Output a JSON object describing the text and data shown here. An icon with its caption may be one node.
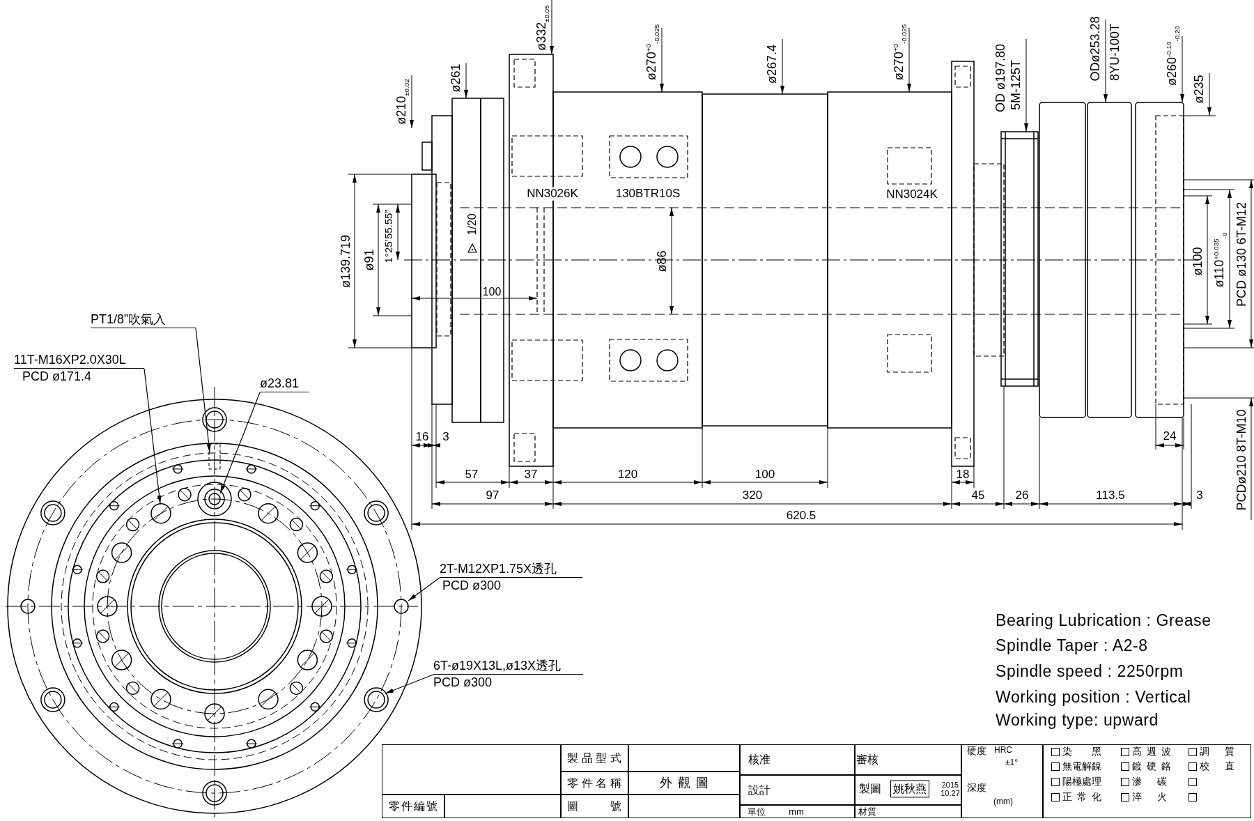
{
  "diagram": {
    "nodes": [
      {
        "text": [
          "11T-M16XP2.0X30L",
          "PCD ø171.4"
        ]
      },
      {
        "text": [
          "PT1/8”吹氣入"
        ]
      },
      {
        "text": [
          "ø23.81"
        ]
      },
      {
        "text": [
          "2T-M12XP1.75X透孔",
          "PCD ø300"
        ]
      },
      {
        "text": [
          "6T-ø19X13L,ø13X透孔",
          "PCD ø300"
        ]
      }
    ],
    "edges": [
      {
        "from": 0,
        "to": null,
        "arrow": "to"
      },
      {
        "from": 1,
        "to": null,
        "arrow": "to"
      },
      {
        "from": 2,
        "to": null,
        "arrow": "to"
      },
      {
        "from": 3,
        "to": null,
        "arrow": "to"
      },
      {
        "from": 4,
        "to": null,
        "arrow": "to"
      }
    ],
    "labels": [
      "ø332$_{±0.05}$",
      "ø210$_{±0.02}$",
      "ø261",
      "ø270$^{+0}$$_{-0.025}$",
      "ø267.4",
      "ø270$^{+0}$$_{-0.025}$",
      "OD ø197.80",
      "5M-125T",
      "ODø253.28",
      "8YU-100T",
      "ø260$^{-0.10}$$_{-0.20}$",
      "ø235",
      "NN3026K",
      "130BTR10S",
      "NN3024K",
      "ø139.719",
      "ø91",
      "1°25’55.55”",
      "1/20",
      "100",
      "ø86",
      "ø100",
      "ø110$^{+0.035}$$_{-0}$",
      "PCD ø130 6T-M12",
      "16",
      "3",
      "57",
      "37",
      "120",
      "100",
      "18",
      "24",
      "PCDø210 8T-M10",
      "97",
      "320",
      "45",
      "26",
      "113.5",
      "3",
      "620.5",
      "Bearing Lubrication : Grease",
      "Spindle Taper : A2-8",
      "Spindle speed : 2250rpm",
      "Working position : Vertical",
      "Working type: upward",
      "製品型式",
      "核准",
      "審核",
      "硬度",
      "HRC",
      "染黑",
      "高週波",
      "調質",
      "±1°",
      "零件名稱",
      "外觀圖",
      "設計",
      "製圖",
      "姚秋燕",
      "2015 10.27",
      "無電解鎳",
      "鍍硬鉻",
      "校直",
      "深度",
      "陽極處理",
      "滲碳",
      "(mm)",
      "零件編號",
      "圖號",
      "單位",
      "mm",
      "材質",
      "正常化",
      "淬火"
    ]
  }
}
